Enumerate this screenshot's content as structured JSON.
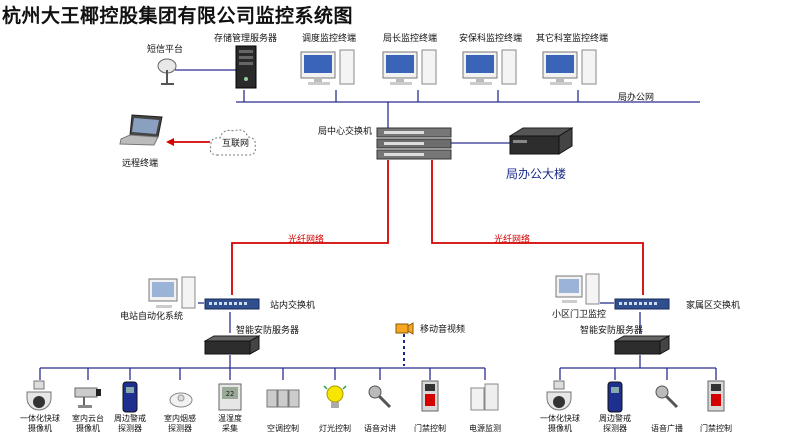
{
  "title": "杭州大王椰控股集团有限公司监控系统图",
  "top_terminals": {
    "sms": "短信平台",
    "storage": "存储管理服务器",
    "dispatch": "调度监控终端",
    "director": "局长监控终端",
    "security_dept": "安保科监控终端",
    "other_dept": "其它科室监控终端",
    "office_net": "局办公网"
  },
  "core": {
    "switch": "局中心交换机",
    "internet": "互联网",
    "remote": "远程终端",
    "building": "局办公大楼"
  },
  "links": {
    "fiber_left": "光纤网络",
    "fiber_right": "光纤网络"
  },
  "left_site": {
    "automation": "电站自动化系统",
    "switch": "站内交换机",
    "server": "智能安防服务器",
    "mobile_video": "移动音视频",
    "devices": [
      "一体化快球\n摄像机",
      "室内云台\n摄像机",
      "周边警戒\n探测器",
      "室内烟感\n探测器",
      "温湿度\n采集",
      "空调控制",
      "灯光控制",
      "语音对讲",
      "门禁控制",
      "电源监测"
    ]
  },
  "right_site": {
    "guard": "小区门卫监控",
    "switch": "家属区交换机",
    "server": "智能安防服务器",
    "devices": [
      "一体化快球\n摄像机",
      "周边警戒\n探测器",
      "语音广播",
      "门禁控制"
    ]
  }
}
